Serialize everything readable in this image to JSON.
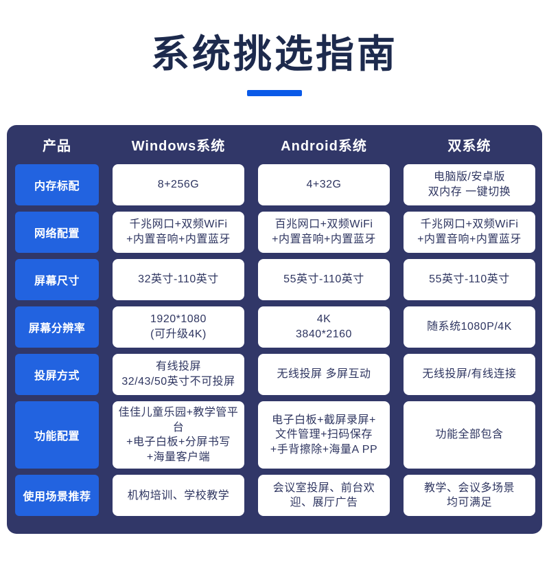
{
  "page": {
    "title": "系统挑选指南"
  },
  "colors": {
    "title_navy": "#1d2a4d",
    "accent_blue": "#0a5ae8",
    "panel_navy": "#313768",
    "label_blue": "#2263e0",
    "value_text_navy": "#2e3560",
    "white": "#ffffff"
  },
  "table": {
    "columns": [
      "产品",
      "Windows系统",
      "Android系统",
      "双系统"
    ],
    "column_keys": [
      "windows",
      "android",
      "dual"
    ],
    "rows": [
      {
        "label": "内存标配",
        "windows": "8+256G",
        "android": "4+32G",
        "dual": "电脑版/安卓版\n双内存 一键切换"
      },
      {
        "label": "网络配置",
        "windows": "千兆网口+双频WiFi\n+内置音响+内置蓝牙",
        "android": "百兆网口+双频WiFi\n+内置音响+内置蓝牙",
        "dual": "千兆网口+双频WiFi\n+内置音响+内置蓝牙"
      },
      {
        "label": "屏幕尺寸",
        "windows": "32英寸-110英寸",
        "android": "55英寸-110英寸",
        "dual": "55英寸-110英寸"
      },
      {
        "label": "屏幕分辨率",
        "windows": "1920*1080\n(可升级4K)",
        "android": "4K\n3840*2160",
        "dual": "随系统1080P/4K"
      },
      {
        "label": "投屏方式",
        "windows": "有线投屏\n32/43/50英寸不可投屏",
        "android": "无线投屏 多屏互动",
        "dual": "无线投屏/有线连接"
      },
      {
        "label": "功能配置",
        "windows": "佳佳儿童乐园+教学管平台\n+电子白板+分屏书写\n+海量客户端",
        "android": "电子白板+截屏录屏+\n文件管理+扫码保存\n+手背擦除+海量A PP",
        "dual": "功能全部包含"
      },
      {
        "label": "使用场景推荐",
        "windows": "机构培训、学校教学",
        "android": "会议室投屏、前台欢\n迎、展厅广告",
        "dual": "教学、会议多场景\n均可满足"
      }
    ]
  }
}
